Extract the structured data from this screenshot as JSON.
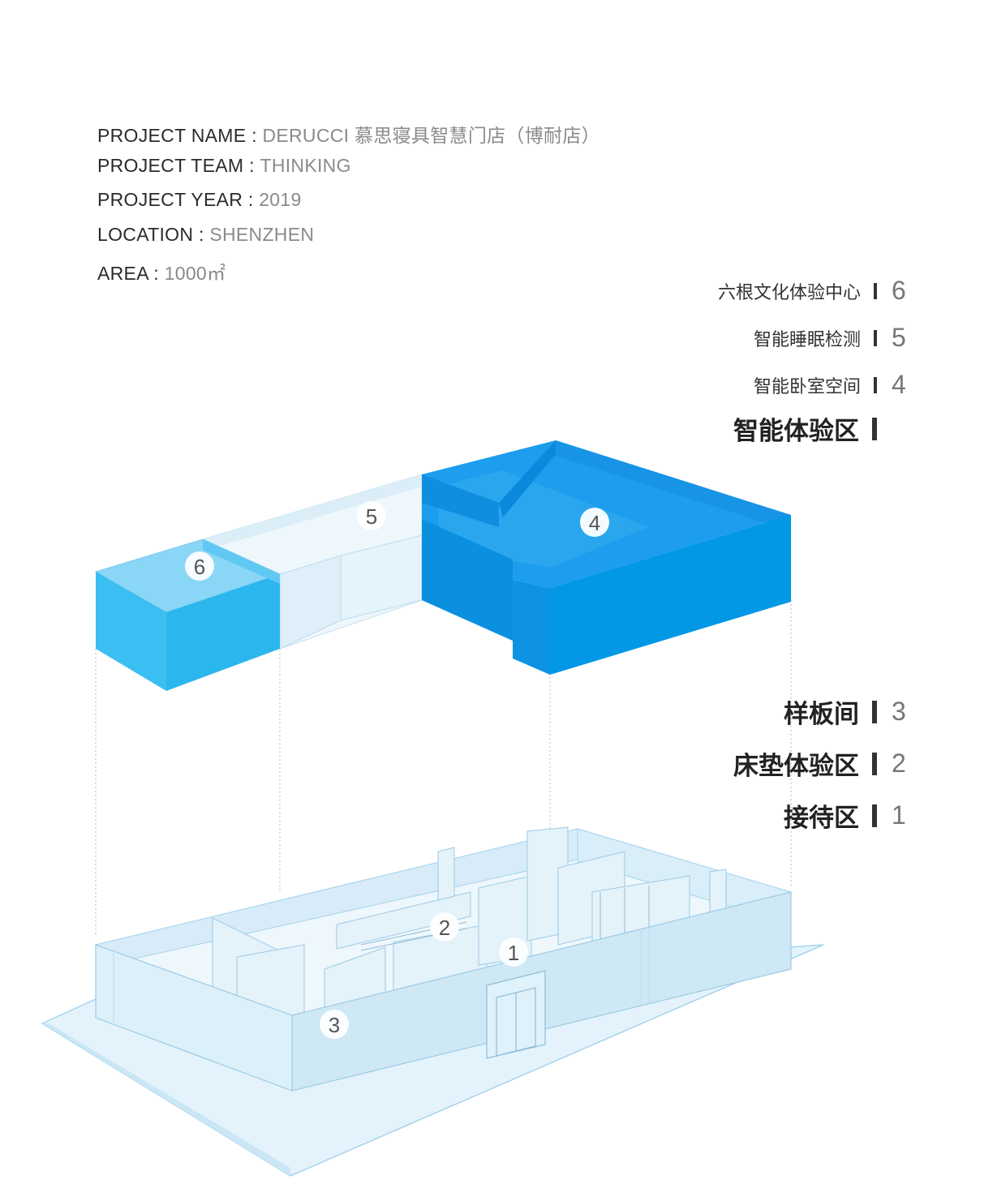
{
  "project_info": [
    {
      "key": "PROJECT NAME",
      "sep": " : ",
      "value": "DERUCCI 慕思寝具智慧门店（博耐店）"
    },
    {
      "key": "PROJECT TEAM",
      "sep": " :  ",
      "value": "THINKING"
    },
    {
      "key": "PROJECT YEAR",
      "sep": " : ",
      "value": "2019"
    },
    {
      "key": "LOCATION",
      "sep": " : ",
      "value": "SHENZHEN"
    },
    {
      "key": "AREA",
      "sep": " :  ",
      "value": "1000㎡"
    }
  ],
  "legend_upper": [
    {
      "label": "六根文化体验中心",
      "num": "6"
    },
    {
      "label": "智能睡眠检测",
      "num": "5"
    },
    {
      "label": "智能卧室空间",
      "num": "4"
    }
  ],
  "legend_upper_heading": {
    "label": "智能体验区"
  },
  "legend_lower": [
    {
      "label": "样板间",
      "num": "3"
    },
    {
      "label": "床垫体验区",
      "num": "2"
    },
    {
      "label": "接待区",
      "num": "1"
    }
  ],
  "markers": {
    "m1": "1",
    "m2": "2",
    "m3": "3",
    "m4": "4",
    "m5": "5",
    "m6": "6"
  },
  "colors": {
    "zone_6": "#35bdf0",
    "zone_4": "#0398e6",
    "zone_5": "#e2f1fa",
    "ground_floor": "#dff0fa",
    "wall_edge": "#9ccbe6",
    "text_dark": "#2b2b2b",
    "text_light": "#8a8a8a"
  }
}
